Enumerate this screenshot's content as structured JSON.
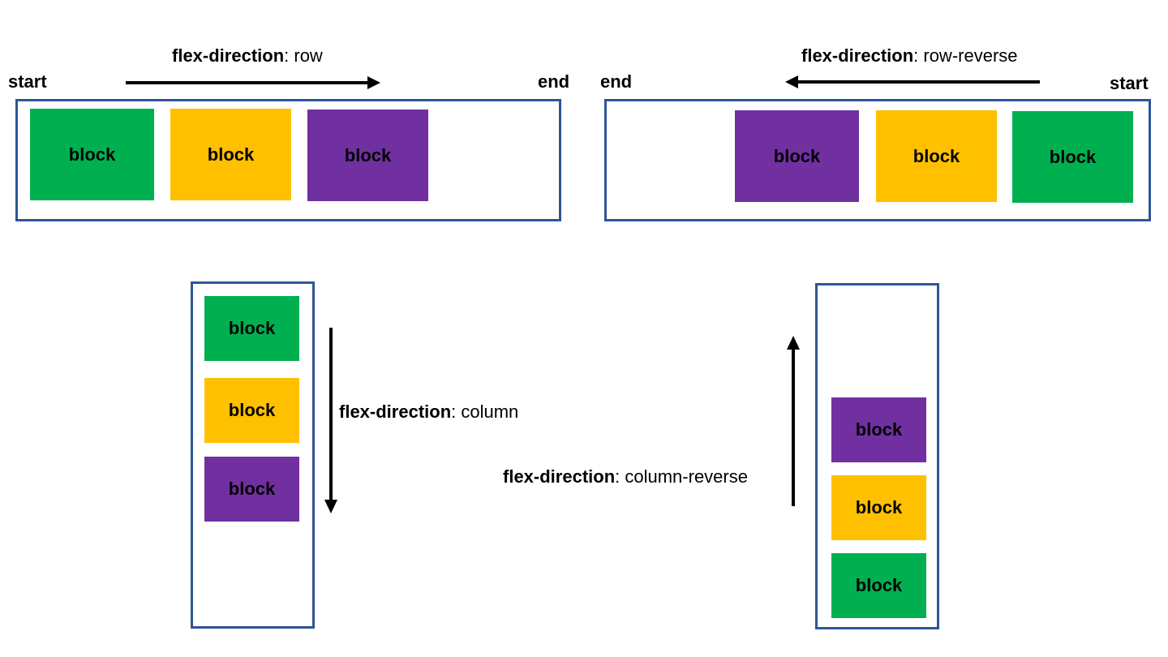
{
  "colors": {
    "container_border": "#2f5597",
    "green": "#00b050",
    "yellow": "#ffc000",
    "purple": "#7030a0",
    "arrow": "#000000"
  },
  "row": {
    "caption_keyword": "flex-direction",
    "caption_value": ": row",
    "start_label": "start",
    "end_label": "end",
    "blocks": [
      "block",
      "block",
      "block"
    ]
  },
  "row_reverse": {
    "caption_keyword": "flex-direction",
    "caption_value": ": row-reverse",
    "start_label": "start",
    "end_label": "end",
    "blocks": [
      "block",
      "block",
      "block"
    ]
  },
  "column": {
    "caption_keyword": "flex-direction",
    "caption_value": ": column",
    "blocks": [
      "block",
      "block",
      "block"
    ]
  },
  "column_reverse": {
    "caption_keyword": "flex-direction",
    "caption_value": ": column-reverse",
    "blocks": [
      "block",
      "block",
      "block"
    ]
  }
}
